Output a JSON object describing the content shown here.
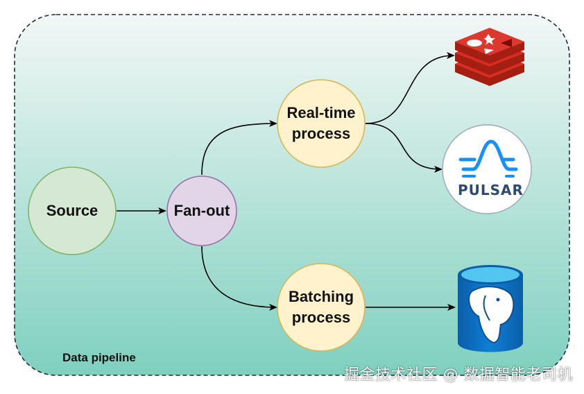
{
  "group": {
    "label": "Data pipeline"
  },
  "nodes": {
    "source": {
      "label": "Source"
    },
    "fanout": {
      "label": "Fan-out"
    },
    "realtime": {
      "line1": "Real-time",
      "line2": "process"
    },
    "batching": {
      "line1": "Batching",
      "line2": "process"
    }
  },
  "logos": {
    "redis": {
      "icon": "redis-icon"
    },
    "pulsar": {
      "icon": "pulsar-icon",
      "text": "PULSAR"
    },
    "postgres": {
      "icon": "postgresql-database-icon"
    }
  },
  "watermark": {
    "text": "掘金技术社区 @ 数据智能老司机"
  },
  "colors": {
    "group_border": "#1f2d3d",
    "group_fill_top": "#f2f7f6",
    "group_fill_bottom": "#7fd0bf",
    "source_fill": "#d5e8d4",
    "source_stroke": "#82b366",
    "fanout_fill": "#e1d5e7",
    "fanout_stroke": "#9673a6",
    "process_fill": "#fff2cc",
    "process_stroke": "#d6b656",
    "redis_red": "#c6302b",
    "pulsar_blue": "#188fff",
    "postgres_blue": "#0a6fc2"
  }
}
